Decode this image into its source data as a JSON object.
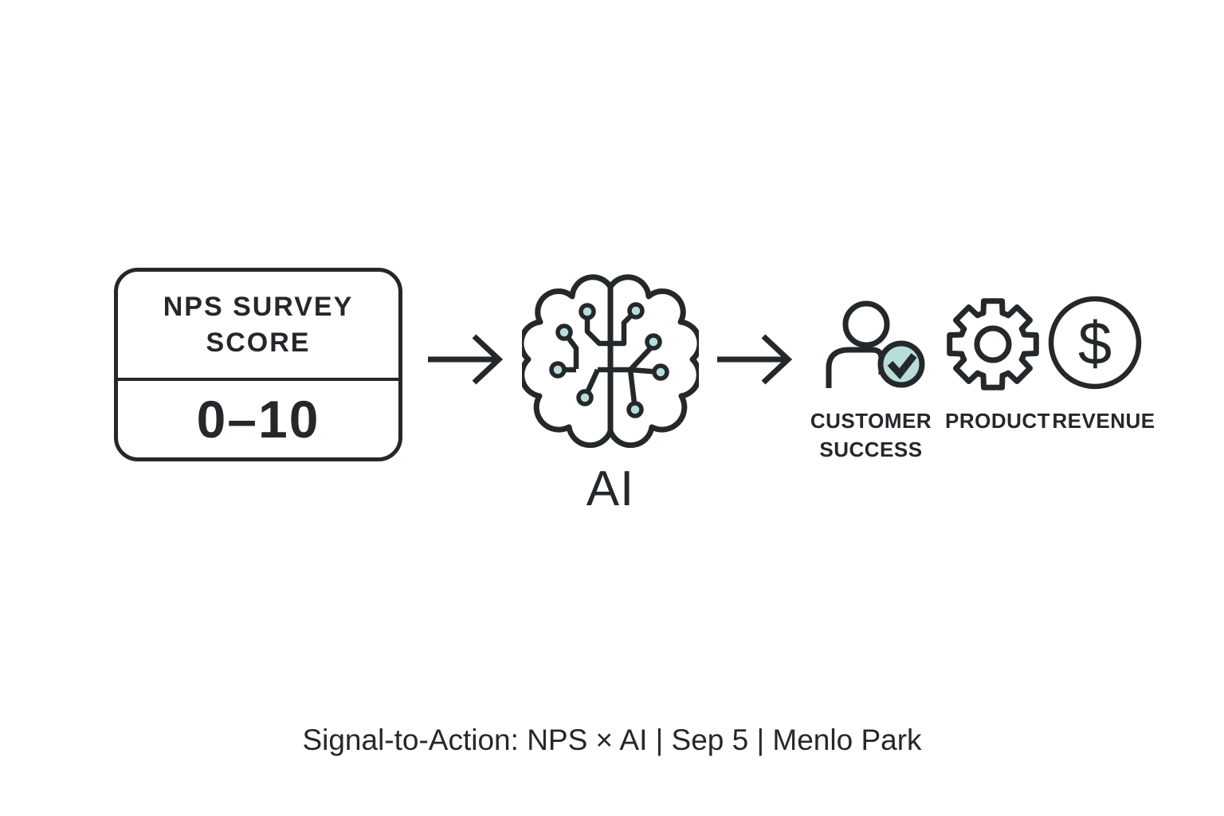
{
  "flow": {
    "input_card": {
      "title_line1": "NPS SURVEY",
      "title_line2": "SCORE",
      "value": "0–10"
    },
    "arrows": [
      {
        "name": "arrow-input-to-ai",
        "direction": "right"
      },
      {
        "name": "arrow-ai-to-outputs",
        "direction": "right"
      }
    ],
    "processor": {
      "icon": "ai-brain-circuit-icon",
      "label": "AI"
    },
    "outputs": [
      {
        "icon": "customer-success-person-check-icon",
        "label_lines": [
          "CUSTOMER",
          "SUCCESS"
        ]
      },
      {
        "icon": "product-gear-icon",
        "label_lines": [
          "PRODUCT"
        ]
      },
      {
        "icon": "revenue-dollar-coin-icon",
        "label_lines": [
          "REVENUE"
        ],
        "dollar_glyph": "$"
      }
    ]
  },
  "caption": "Signal-to-Action: NPS × AI | Sep 5 | Menlo Park",
  "colors": {
    "ink": "#24282a",
    "accent_teal": "#b8dcda",
    "background": "#ffffff"
  }
}
